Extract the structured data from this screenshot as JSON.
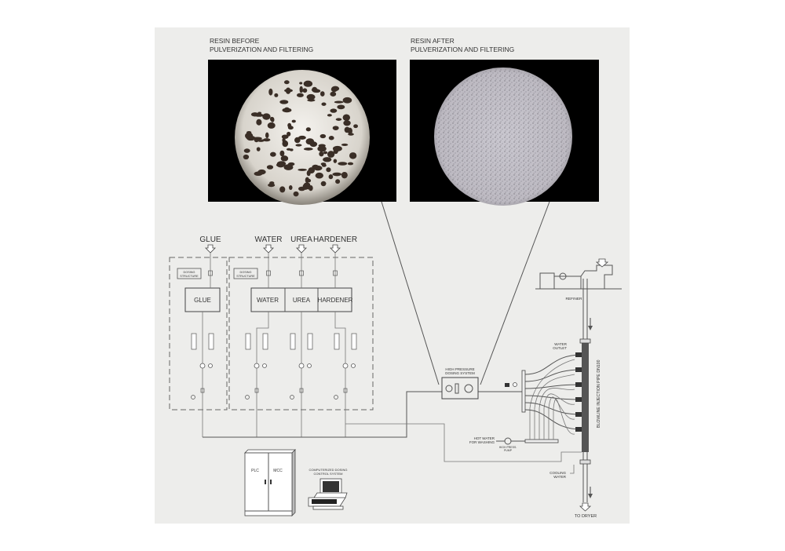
{
  "photos": {
    "before": {
      "title_line1": "RESIN BEFORE",
      "title_line2": "PULVERIZATION AND FILTERING"
    },
    "after": {
      "title_line1": "RESIN AFTER",
      "title_line2": "PULVERIZATION AND FILTERING"
    }
  },
  "inputs": [
    "GLUE",
    "WATER",
    "UREA",
    "HARDENER"
  ],
  "dosing_structure": {
    "line1": "DOSING",
    "line2": "STRUCTURE"
  },
  "tanks": [
    "GLUE",
    "WATER",
    "UREA",
    "HARDENER"
  ],
  "high_pressure": {
    "line1": "HIGH PRESSURE",
    "line2": "DOSING SYSTEM"
  },
  "refiner": "REFINER",
  "water_outlet": {
    "line1": "WATER",
    "line2": "OUTLET"
  },
  "blowline": "BLOWLINE INJECTION PIPE DN100",
  "hot_water": {
    "line1": "HOT WATER",
    "line2": "FOR WASHING"
  },
  "high_press_pump": {
    "line1": "HIGH PRESS.",
    "line2": "PUMP"
  },
  "cooling_water": {
    "line1": "COOLING",
    "line2": "WATER"
  },
  "to_dryer": "TO DRYER",
  "cabinet": {
    "left": "PLC",
    "right": "MCC"
  },
  "control_system": {
    "line1": "COMPUTERIZED DOSING",
    "line2": "CONTROL SYSTEM"
  }
}
